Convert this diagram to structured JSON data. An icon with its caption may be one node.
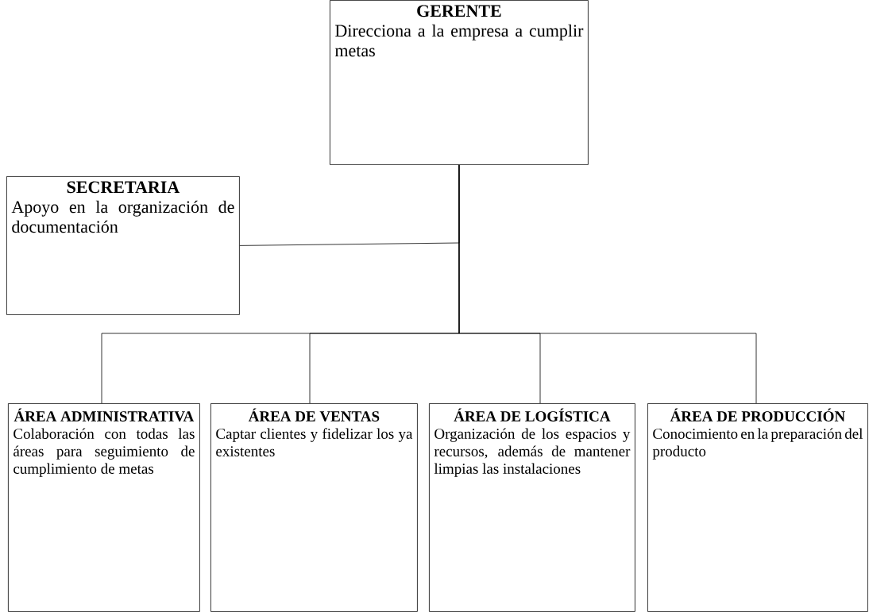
{
  "diagram": {
    "nodes": [
      {
        "text": [
          "GERENTE",
          "Direcciona a la empresa a cumplir metas"
        ]
      },
      {
        "text": [
          "SECRETARIA",
          "Apoyo en la organización de documentación"
        ]
      },
      {
        "text": [
          "ÁREA ADMINISTRATIVA",
          "Colaboración con todas las áreas para seguimiento de cumplimiento de metas"
        ]
      },
      {
        "text": [
          "ÁREA DE VENTAS",
          "Captar clientes y fidelizar los ya existentes"
        ]
      },
      {
        "text": [
          "ÁREA DE LOGÍSTICA",
          "Organización de los espacios y recursos, además de mantener limpias las instalaciones"
        ]
      },
      {
        "text": [
          "ÁREA DE PRODUCCIÓN",
          "Conocimiento en la preparación del producto"
        ]
      }
    ],
    "edges": [
      {
        "from": 0,
        "to": 1,
        "arrow": "none"
      },
      {
        "from": 0,
        "to": 2,
        "arrow": "none"
      },
      {
        "from": 0,
        "to": 3,
        "arrow": "none"
      },
      {
        "from": 0,
        "to": 4,
        "arrow": "none"
      },
      {
        "from": 0,
        "to": 5,
        "arrow": "none"
      }
    ]
  }
}
